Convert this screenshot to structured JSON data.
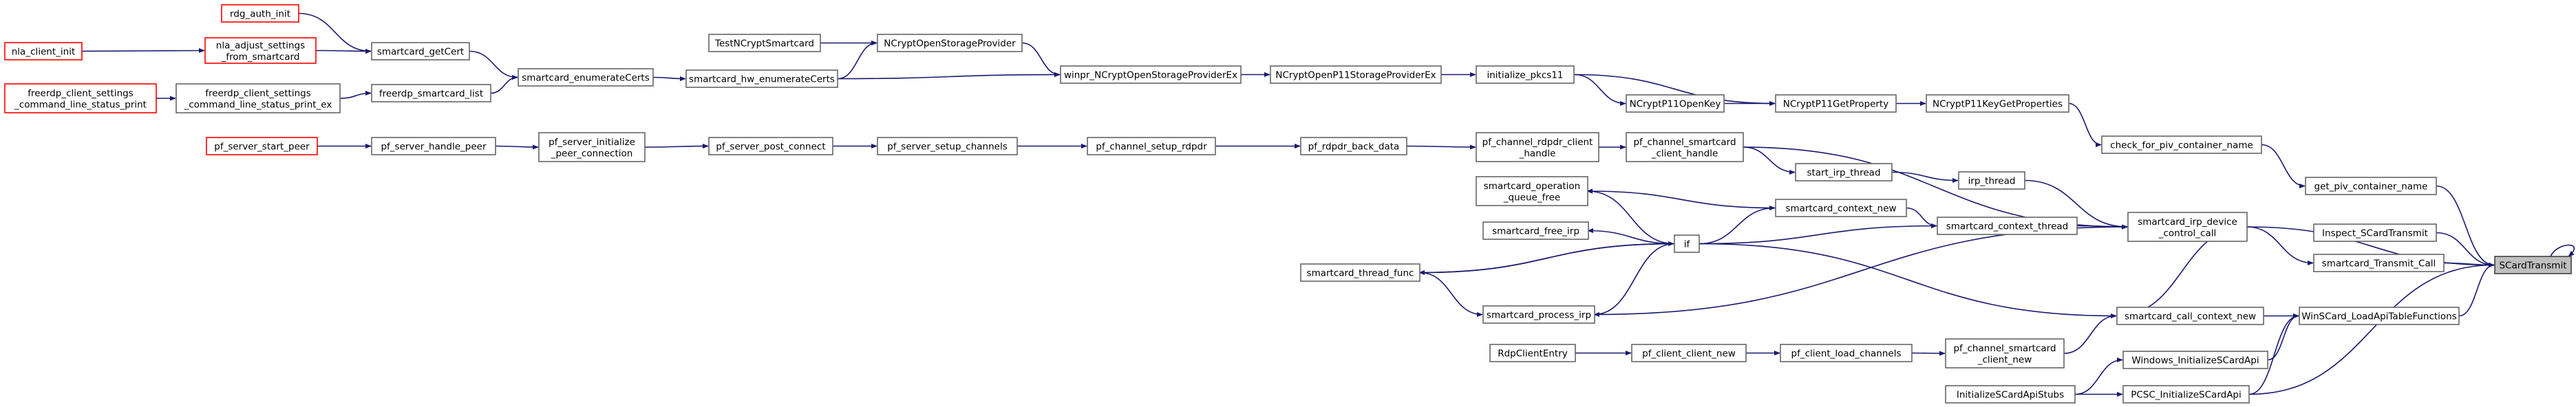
{
  "graph": {
    "root": "SCardTransmit",
    "nodes": [
      {
        "id": "rdg_auth_init",
        "lines": [
          "rdg_auth_init"
        ],
        "red": true
      },
      {
        "id": "nla_client_init",
        "lines": [
          "nla_client_init"
        ],
        "red": true
      },
      {
        "id": "nla_adjust_settings_from_smartcard",
        "lines": [
          "nla_adjust_settings",
          "_from_smartcard"
        ],
        "red": true
      },
      {
        "id": "smartcard_getCert",
        "lines": [
          "smartcard_getCert"
        ]
      },
      {
        "id": "TestNCryptSmartcard",
        "lines": [
          "TestNCryptSmartcard"
        ]
      },
      {
        "id": "NCryptOpenStorageProvider",
        "lines": [
          "NCryptOpenStorageProvider"
        ]
      },
      {
        "id": "freerdp_client_settings_command_line_status_print",
        "lines": [
          "freerdp_client_settings",
          "_command_line_status_print"
        ],
        "red": true
      },
      {
        "id": "freerdp_client_settings_command_line_status_print_ex",
        "lines": [
          "freerdp_client_settings",
          "_command_line_status_print_ex"
        ]
      },
      {
        "id": "freerdp_smartcard_list",
        "lines": [
          "freerdp_smartcard_list"
        ]
      },
      {
        "id": "smartcard_enumerateCerts",
        "lines": [
          "smartcard_enumerateCerts"
        ]
      },
      {
        "id": "smartcard_hw_enumerateCerts",
        "lines": [
          "smartcard_hw_enumerateCerts"
        ]
      },
      {
        "id": "winpr_NCryptOpenStorageProviderEx",
        "lines": [
          "winpr_NCryptOpenStorageProviderEx"
        ]
      },
      {
        "id": "NCryptOpenP11StorageProviderEx",
        "lines": [
          "NCryptOpenP11StorageProviderEx"
        ]
      },
      {
        "id": "initialize_pkcs11",
        "lines": [
          "initialize_pkcs11"
        ]
      },
      {
        "id": "NCryptP11OpenKey",
        "lines": [
          "NCryptP11OpenKey"
        ]
      },
      {
        "id": "NCryptP11GetProperty",
        "lines": [
          "NCryptP11GetProperty"
        ]
      },
      {
        "id": "NCryptP11KeyGetProperties",
        "lines": [
          "NCryptP11KeyGetProperties"
        ]
      },
      {
        "id": "check_for_piv_container_name",
        "lines": [
          "check_for_piv_container_name"
        ]
      },
      {
        "id": "get_piv_container_name",
        "lines": [
          "get_piv_container_name"
        ]
      },
      {
        "id": "pf_server_start_peer",
        "lines": [
          "pf_server_start_peer"
        ],
        "red": true
      },
      {
        "id": "pf_server_handle_peer",
        "lines": [
          "pf_server_handle_peer"
        ]
      },
      {
        "id": "pf_server_initialize_peer_connection",
        "lines": [
          "pf_server_initialize",
          "_peer_connection"
        ]
      },
      {
        "id": "pf_server_post_connect",
        "lines": [
          "pf_server_post_connect"
        ]
      },
      {
        "id": "pf_server_setup_channels",
        "lines": [
          "pf_server_setup_channels"
        ]
      },
      {
        "id": "pf_channel_setup_rdpdr",
        "lines": [
          "pf_channel_setup_rdpdr"
        ]
      },
      {
        "id": "pf_rdpdr_back_data",
        "lines": [
          "pf_rdpdr_back_data"
        ]
      },
      {
        "id": "pf_channel_rdpdr_client_handle",
        "lines": [
          "pf_channel_rdpdr_client",
          "_handle"
        ]
      },
      {
        "id": "pf_channel_smartcard_client_handle",
        "lines": [
          "pf_channel_smartcard",
          "_client_handle"
        ]
      },
      {
        "id": "start_irp_thread",
        "lines": [
          "start_irp_thread"
        ]
      },
      {
        "id": "irp_thread",
        "lines": [
          "irp_thread"
        ]
      },
      {
        "id": "smartcard_operation_queue_free",
        "lines": [
          "smartcard_operation",
          "_queue_free"
        ]
      },
      {
        "id": "smartcard_context_new",
        "lines": [
          "smartcard_context_new"
        ]
      },
      {
        "id": "smartcard_context_thread",
        "lines": [
          "smartcard_context_thread"
        ]
      },
      {
        "id": "smartcard_irp_device_control_call",
        "lines": [
          "smartcard_irp_device",
          "_control_call"
        ]
      },
      {
        "id": "Inspect_SCardTransmit",
        "lines": [
          "Inspect_SCardTransmit"
        ]
      },
      {
        "id": "smartcard_free_irp",
        "lines": [
          "smartcard_free_irp"
        ]
      },
      {
        "id": "if",
        "lines": [
          "if"
        ]
      },
      {
        "id": "smartcard_Transmit_Call",
        "lines": [
          "smartcard_Transmit_Call"
        ]
      },
      {
        "id": "SCardTransmit",
        "lines": [
          "SCardTransmit"
        ],
        "root": true
      },
      {
        "id": "smartcard_thread_func",
        "lines": [
          "smartcard_thread_func"
        ]
      },
      {
        "id": "smartcard_process_irp",
        "lines": [
          "smartcard_process_irp"
        ]
      },
      {
        "id": "smartcard_call_context_new",
        "lines": [
          "smartcard_call_context_new"
        ]
      },
      {
        "id": "WinSCard_LoadApiTableFunctions",
        "lines": [
          "WinSCard_LoadApiTableFunctions"
        ]
      },
      {
        "id": "RdpClientEntry",
        "lines": [
          "RdpClientEntry"
        ]
      },
      {
        "id": "pf_client_client_new",
        "lines": [
          "pf_client_client_new"
        ]
      },
      {
        "id": "pf_client_load_channels",
        "lines": [
          "pf_client_load_channels"
        ]
      },
      {
        "id": "pf_channel_smartcard_client_new",
        "lines": [
          "pf_channel_smartcard",
          "_client_new"
        ]
      },
      {
        "id": "Windows_InitializeSCardApi",
        "lines": [
          "Windows_InitializeSCardApi"
        ]
      },
      {
        "id": "InitializeSCardApiStubs",
        "lines": [
          "InitializeSCardApiStubs"
        ]
      },
      {
        "id": "PCSC_InitializeSCardApi",
        "lines": [
          "PCSC_InitializeSCardApi"
        ]
      }
    ],
    "edges": [
      [
        "rdg_auth_init",
        "smartcard_getCert"
      ],
      [
        "nla_client_init",
        "nla_adjust_settings_from_smartcard"
      ],
      [
        "nla_adjust_settings_from_smartcard",
        "smartcard_getCert"
      ],
      [
        "smartcard_getCert",
        "smartcard_enumerateCerts"
      ],
      [
        "freerdp_client_settings_command_line_status_print",
        "freerdp_client_settings_command_line_status_print_ex"
      ],
      [
        "freerdp_client_settings_command_line_status_print_ex",
        "freerdp_smartcard_list"
      ],
      [
        "freerdp_smartcard_list",
        "smartcard_enumerateCerts"
      ],
      [
        "smartcard_enumerateCerts",
        "smartcard_hw_enumerateCerts"
      ],
      [
        "TestNCryptSmartcard",
        "NCryptOpenStorageProvider"
      ],
      [
        "smartcard_hw_enumerateCerts",
        "NCryptOpenStorageProvider"
      ],
      [
        "smartcard_hw_enumerateCerts",
        "winpr_NCryptOpenStorageProviderEx"
      ],
      [
        "NCryptOpenStorageProvider",
        "winpr_NCryptOpenStorageProviderEx"
      ],
      [
        "winpr_NCryptOpenStorageProviderEx",
        "NCryptOpenP11StorageProviderEx"
      ],
      [
        "NCryptOpenP11StorageProviderEx",
        "initialize_pkcs11"
      ],
      [
        "initialize_pkcs11",
        "NCryptP11OpenKey"
      ],
      [
        "initialize_pkcs11",
        "NCryptP11GetProperty"
      ],
      [
        "NCryptP11OpenKey",
        "NCryptP11GetProperty"
      ],
      [
        "NCryptP11GetProperty",
        "NCryptP11KeyGetProperties"
      ],
      [
        "NCryptP11KeyGetProperties",
        "check_for_piv_container_name"
      ],
      [
        "check_for_piv_container_name",
        "get_piv_container_name"
      ],
      [
        "get_piv_container_name",
        "SCardTransmit"
      ],
      [
        "pf_server_start_peer",
        "pf_server_handle_peer"
      ],
      [
        "pf_server_handle_peer",
        "pf_server_initialize_peer_connection"
      ],
      [
        "pf_server_initialize_peer_connection",
        "pf_server_post_connect"
      ],
      [
        "pf_server_post_connect",
        "pf_server_setup_channels"
      ],
      [
        "pf_server_setup_channels",
        "pf_channel_setup_rdpdr"
      ],
      [
        "pf_channel_setup_rdpdr",
        "pf_rdpdr_back_data"
      ],
      [
        "pf_rdpdr_back_data",
        "pf_channel_rdpdr_client_handle"
      ],
      [
        "pf_channel_rdpdr_client_handle",
        "pf_channel_smartcard_client_handle"
      ],
      [
        "pf_channel_smartcard_client_handle",
        "start_irp_thread"
      ],
      [
        "pf_channel_smartcard_client_handle",
        "smartcard_irp_device_control_call"
      ],
      [
        "start_irp_thread",
        "irp_thread"
      ],
      [
        "irp_thread",
        "smartcard_irp_device_control_call"
      ],
      [
        "smartcard_irp_device_control_call",
        "SCardTransmit"
      ],
      [
        "Inspect_SCardTransmit",
        "SCardTransmit"
      ],
      [
        "smartcard_Transmit_Call",
        "SCardTransmit"
      ],
      [
        "smartcard_context_thread",
        "smartcard_irp_device_control_call"
      ],
      [
        "smartcard_context_new",
        "smartcard_context_thread"
      ],
      [
        "if",
        "smartcard_context_new"
      ],
      [
        "if",
        "smartcard_context_thread"
      ],
      [
        "if",
        "smartcard_operation_queue_free"
      ],
      [
        "if",
        "smartcard_free_irp"
      ],
      [
        "if",
        "smartcard_thread_func"
      ],
      [
        "if",
        "smartcard_process_irp"
      ],
      [
        "if",
        "smartcard_call_context_new"
      ],
      [
        "smartcard_context_new",
        "smartcard_operation_queue_free"
      ],
      [
        "smartcard_thread_func",
        "if"
      ],
      [
        "smartcard_thread_func",
        "smartcard_process_irp"
      ],
      [
        "smartcard_process_irp",
        "smartcard_irp_device_control_call"
      ],
      [
        "smartcard_irp_device_control_call",
        "smartcard_Transmit_Call"
      ],
      [
        "smartcard_call_context_new",
        "WinSCard_LoadApiTableFunctions"
      ],
      [
        "smartcard_call_context_new",
        "smartcard_irp_device_control_call"
      ],
      [
        "WinSCard_LoadApiTableFunctions",
        "SCardTransmit"
      ],
      [
        "RdpClientEntry",
        "pf_client_client_new"
      ],
      [
        "pf_client_client_new",
        "pf_client_load_channels"
      ],
      [
        "pf_client_load_channels",
        "pf_channel_smartcard_client_new"
      ],
      [
        "pf_channel_smartcard_client_new",
        "smartcard_call_context_new"
      ],
      [
        "Windows_InitializeSCardApi",
        "WinSCard_LoadApiTableFunctions"
      ],
      [
        "InitializeSCardApiStubs",
        "Windows_InitializeSCardApi"
      ],
      [
        "InitializeSCardApiStubs",
        "PCSC_InitializeSCardApi"
      ],
      [
        "PCSC_InitializeSCardApi",
        "WinSCard_LoadApiTableFunctions"
      ],
      [
        "PCSC_InitializeSCardApi",
        "SCardTransmit"
      ],
      [
        "SCardTransmit",
        "SCardTransmit"
      ]
    ]
  },
  "colors": {
    "edge": "#191970",
    "node_border": "#666666",
    "caller_border": "#ff0000",
    "root_fill": "#bfbfbf"
  }
}
